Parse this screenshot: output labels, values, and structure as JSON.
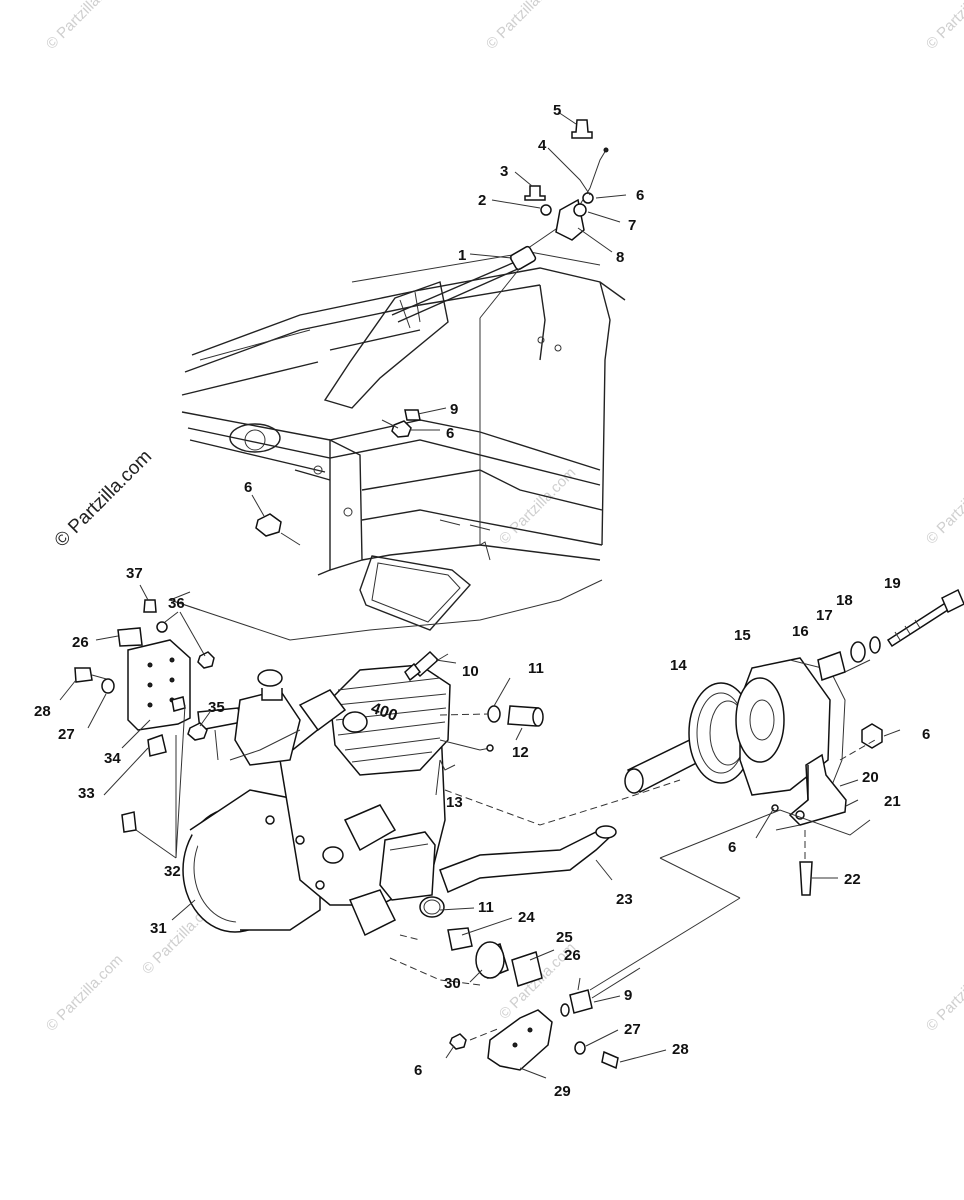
{
  "watermark": {
    "main": "© Partzilla.com",
    "small": [
      "© Partzilla.com",
      "© Partzilla.com",
      "© Partzilla.com",
      "© Partzilla.com",
      "© Partzilla.com",
      "© Partzilla.com",
      "© Partzilla.com",
      "© Partzilla.com",
      "© Partzilla.com"
    ]
  },
  "engine_text": "400",
  "callouts": [
    "5",
    "4",
    "3",
    "6",
    "2",
    "7",
    "8",
    "1",
    "9",
    "6",
    "6",
    "37",
    "36",
    "26",
    "28",
    "27",
    "34",
    "35",
    "10",
    "11",
    "12",
    "13",
    "33",
    "32",
    "31",
    "19",
    "18",
    "17",
    "16",
    "15",
    "14",
    "6",
    "20",
    "21",
    "6",
    "22",
    "23",
    "11",
    "24",
    "25",
    "26",
    "30",
    "9",
    "27",
    "28",
    "6",
    "29"
  ]
}
